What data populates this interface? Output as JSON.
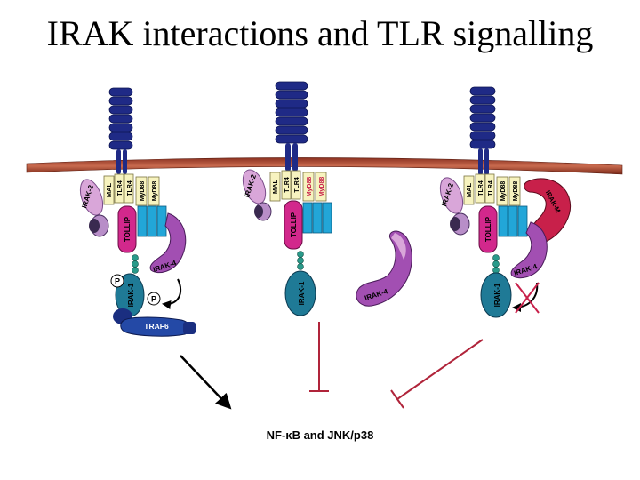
{
  "title": "IRAK interactions and TLR signalling",
  "colors": {
    "tlr_blue": "#1f2a86",
    "membrane_red": "#b04a32",
    "membrane_dark": "#6e2418",
    "receptor_cream": "#f7f3bf",
    "tollip_magenta": "#d2288c",
    "irak_purple": "#a24fb2",
    "irak2_light": "#d9a6d9",
    "irak1_teal": "#1f7a96",
    "traf6_blue": "#2449a6",
    "irakm_red": "#c8204a",
    "inhibit_red": "#b0243a",
    "cyan_block": "#22a6d8"
  },
  "labels": {
    "irak2": "IRAK-2",
    "mal": "MAL",
    "tlr4": "TLR4",
    "myd88": "MyD88",
    "tollip": "TOLLIP",
    "irak4": "IRAK-4",
    "irak1": "IRAK-1",
    "traf6": "TRAF6",
    "irakm": "IRAK-M",
    "phospho": "P",
    "output": "NF-κB and JNK/p38"
  }
}
